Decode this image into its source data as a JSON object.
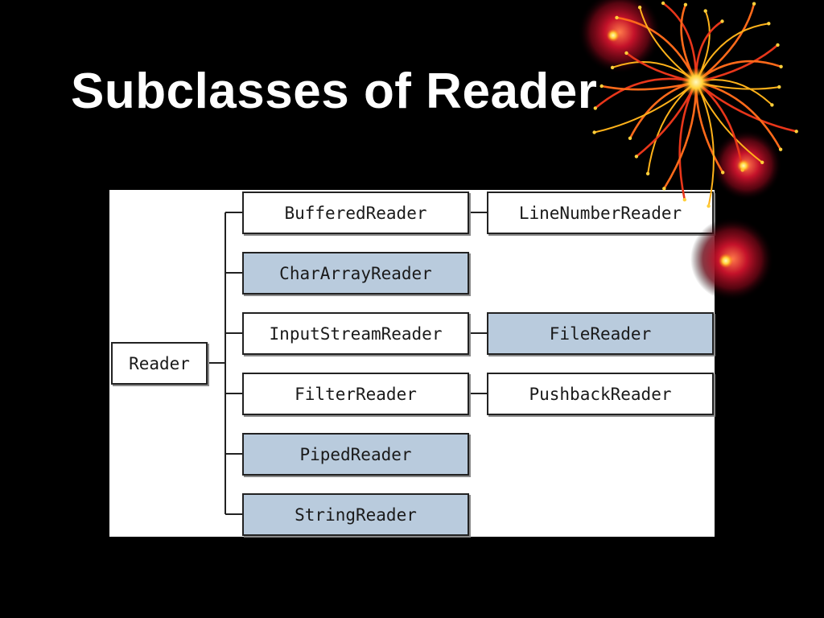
{
  "slide": {
    "title": "Subclasses of Reader"
  },
  "diagram": {
    "root": {
      "label": "Reader",
      "abstract": false
    },
    "children": [
      {
        "label": "BufferedReader",
        "abstract": false,
        "child": {
          "label": "LineNumberReader",
          "abstract": false
        }
      },
      {
        "label": "CharArrayReader",
        "abstract": true
      },
      {
        "label": "InputStreamReader",
        "abstract": false,
        "child": {
          "label": "FileReader",
          "abstract": true
        }
      },
      {
        "label": "FilterReader",
        "abstract": false,
        "child": {
          "label": "PushbackReader",
          "abstract": false
        }
      },
      {
        "label": "PipedReader",
        "abstract": true
      },
      {
        "label": "StringReader",
        "abstract": true
      }
    ]
  },
  "colors": {
    "background": "#000000",
    "panel": "#ffffff",
    "highlight_box": "#b9cbdd",
    "title": "#ffffff"
  }
}
